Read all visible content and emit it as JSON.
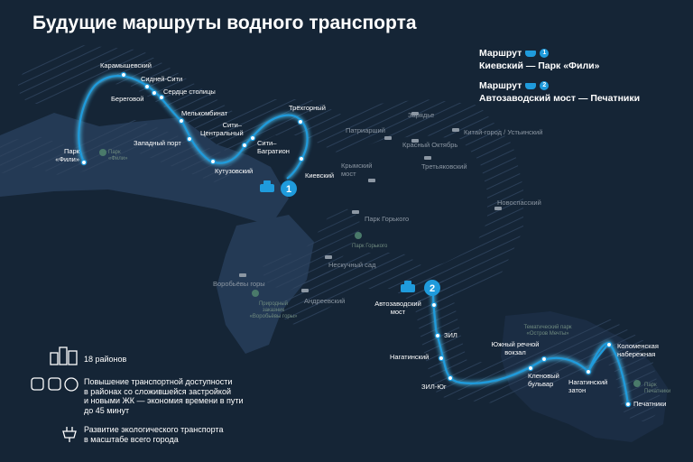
{
  "title": "Будущие маршруты водного транспорта",
  "legend": {
    "route1_prefix": "Маршрут",
    "route1_number": "1",
    "route1_name": "Киевский — Парк «Фили»",
    "route2_prefix": "Маршрут",
    "route2_number": "2",
    "route2_name": "Автозаводский мост — Печатники"
  },
  "markers": {
    "route1": "1",
    "route2": "2"
  },
  "route1_stops": {
    "park_fili": "Парк\n«Фили»",
    "karamyshevsky": "Карамышевский",
    "sidney_city": "Сидней-Сити",
    "beregovoy": "Береговой",
    "serdtse": "Сердце столицы",
    "melkombinat": "Мелькомбинат",
    "zapadny_port": "Западный порт",
    "city_central": "Сити–\nЦентральный",
    "kutuzovsky": "Кутузовский",
    "city_bagration": "Сити–\nБагратион",
    "tryokhgorny": "Трёхгорный",
    "kievsky": "Киевский"
  },
  "route2_stops": {
    "avtozavodsky": "Автозаводский\nмост",
    "zil": "ЗИЛ",
    "nagatinsky": "Нагатинский",
    "zil_yug": "ЗИЛ-Юг",
    "yuzhny": "Южный речной\nвокзал",
    "klenovy": "Кленовый\nбульвар",
    "nagatinsky_zaton": "Нагатинский\nзатон",
    "kolomenskaya": "Коломенская\nнабережная",
    "pechatniki": "Печатники"
  },
  "other_piers": {
    "patriarshy": "Патриарший",
    "zaryadye": "Зарядье",
    "krasny_oktyabr": "Красный Октябрь",
    "kitay_gorod": "Китай-город / Устьинский",
    "tretyakovsky": "Третьяковский",
    "krymsky": "Крымский\nмост",
    "novospassky": "Новоспасский",
    "park_gorkogo": "Парк Горького",
    "neskuchny": "Нескучный сад",
    "vorobyovy": "Воробьёвы горы",
    "andreevsky": "Андреевский"
  },
  "parks": {
    "fili": "Парк\n«Фили»",
    "gorkogo": "Парк Горького",
    "vorobyovy": "Природный\nзаказник\n«Воробьёвы горы»",
    "ostrov_mechty": "Тематический парк\n«Остров Мечты»",
    "pechatniki": "Парк\nПечатники"
  },
  "info": [
    {
      "icon": "buildings-icon",
      "text": "18 районов"
    },
    {
      "icon": "transport-icon",
      "text": "Повышение транспортной доступности\nв районах со сложившейся застройкой\nи новыми ЖК — экономия времени в пути\nдо 45 минут"
    },
    {
      "icon": "eco-plug-icon",
      "text": "Развитие экологического транспорта\nв масштабе всего города"
    }
  ],
  "colors": {
    "background": "#152536",
    "land": "#243a55",
    "route": "#1f9bdc",
    "route_glow": "#4cc3f5",
    "label": "#ffffff",
    "muted_label": "#8c97a3",
    "park": "#6f8a7f"
  }
}
